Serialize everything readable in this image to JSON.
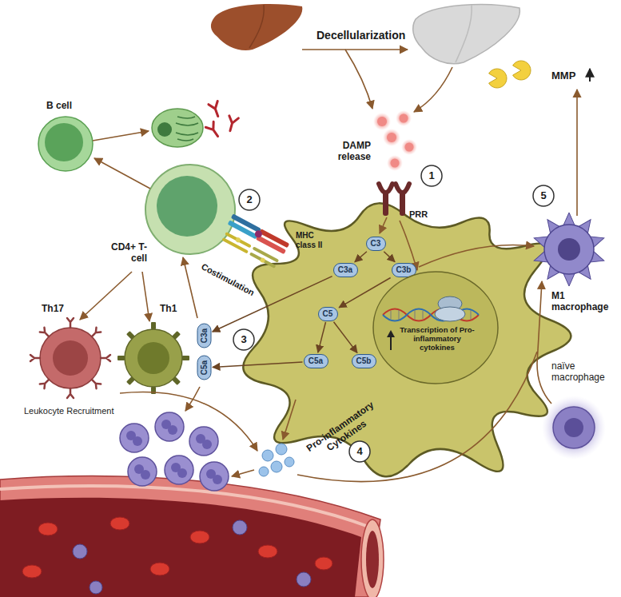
{
  "diagram": {
    "nodes": [
      {
        "text": [
          "C3"
        ]
      },
      {
        "text": [
          "C3a"
        ]
      },
      {
        "text": [
          "C3b"
        ]
      },
      {
        "text": [
          "C5"
        ]
      },
      {
        "text": [
          "C5a"
        ]
      },
      {
        "text": [
          "C5b"
        ]
      },
      {
        "text": [
          "C3a"
        ]
      },
      {
        "text": [
          "C5a"
        ]
      },
      {
        "text": [
          "Transcription of Pro-inflammatory cytokines"
        ]
      }
    ],
    "edges": [
      {
        "from": 0,
        "to": 1,
        "arrow": "to"
      },
      {
        "from": 0,
        "to": 2,
        "arrow": "to"
      },
      {
        "from": 2,
        "to": 3,
        "arrow": "to"
      },
      {
        "from": 3,
        "to": 4,
        "arrow": "to"
      },
      {
        "from": 3,
        "to": 5,
        "arrow": "to"
      },
      {
        "from": 1,
        "to": 6,
        "arrow": "to"
      },
      {
        "from": 4,
        "to": 7,
        "arrow": "to"
      }
    ],
    "labels": [
      "Decellularization",
      "MMP",
      "DAMP release",
      "1",
      "PRR",
      "B cell",
      "2",
      "CD4+ T-cell",
      "MHC class II",
      "Costimulation",
      "Th17",
      "Th1",
      "3",
      "Leukocyte Recruitment",
      "Pro-inflammatory Cytokines",
      "4",
      "5",
      "M1 macrophage",
      "naïve macrophage"
    ]
  }
}
